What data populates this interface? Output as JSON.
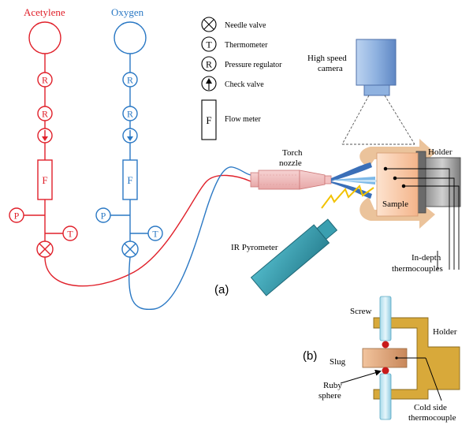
{
  "gas_lines": {
    "acetylene": {
      "label": "Acetylene",
      "color": "#e0202a"
    },
    "oxygen": {
      "label": "Oxygen",
      "color": "#2a78c4"
    }
  },
  "symbols": {
    "regulator": "R",
    "flow_meter": "F",
    "pressure": "P",
    "thermometer": "T"
  },
  "legend": {
    "needle_valve": "Needle valve",
    "thermometer": "Thermometer",
    "pressure_regulator": "Pressure regulator",
    "check_valve": "Check valve",
    "flow_meter": "Flow meter",
    "thermometer_symbol": "T",
    "regulator_symbol": "R",
    "flow_meter_symbol": "F"
  },
  "labels": {
    "camera": [
      "High speed",
      "camera"
    ],
    "torch": [
      "Torch",
      "nozzle"
    ],
    "holder_a": "Holder",
    "sample": "Sample",
    "pyrometer": "IR Pyrometer",
    "thermocouples": [
      "In-depth",
      "thermocouples"
    ],
    "panel_a": "(a)",
    "panel_b": "(b)",
    "screw": "Screw",
    "holder_b": "Holder",
    "slug": "Slug",
    "ruby": [
      "Ruby",
      "sphere"
    ],
    "cold_side": [
      "Cold side",
      "thermocouple"
    ]
  }
}
